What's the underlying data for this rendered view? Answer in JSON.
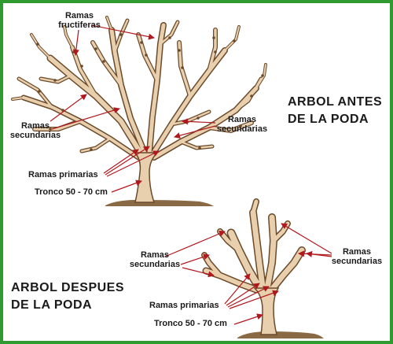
{
  "titles": {
    "before_line1": "ARBOL  ANTES",
    "before_line2": "DE  LA  PODA",
    "after_line1": "ARBOL DESPUES",
    "after_line2": "DE LA PODA"
  },
  "labels": {
    "ramas_fructiferas_1": "Ramas",
    "ramas_fructiferas_2": "fructiferas",
    "top_secundarias_left_1": "Ramas",
    "top_secundarias_left_2": "secundarias",
    "top_secundarias_right_1": "Ramas",
    "top_secundarias_right_2": "secundarias",
    "top_primarias": "Ramas primarias",
    "top_tronco": "Tronco 50 - 70 cm",
    "bottom_secundarias_left_1": "Ramas",
    "bottom_secundarias_left_2": "secundarias",
    "bottom_secundarias_right_1": "Ramas",
    "bottom_secundarias_right_2": "secundarias",
    "bottom_primarias": "Ramas primarias",
    "bottom_tronco": "Tronco 50 - 70 cm"
  },
  "colors": {
    "frame": "#2f9a2f",
    "wood_fill": "#e8cfae",
    "wood_outline": "#6b4a2a",
    "ground": "#8a6a45",
    "arrow": "#b0181e"
  }
}
